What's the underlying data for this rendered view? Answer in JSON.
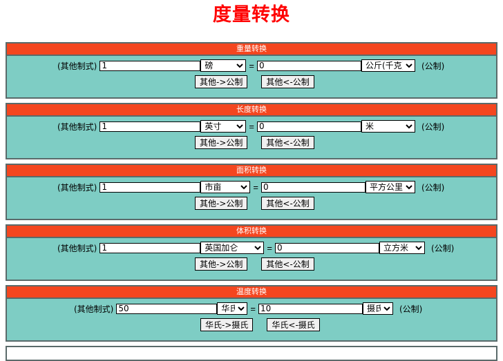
{
  "page": {
    "title": "度量转换"
  },
  "common": {
    "other_label": "(其他制式)",
    "metric_label": "(公制)",
    "equals": "=",
    "to_metric_button": "其他->公制",
    "from_metric_button": "其他<-公制"
  },
  "sections": [
    {
      "header": "重量转换",
      "input_value": "1",
      "input_unit": "磅",
      "result_value": "0",
      "result_unit": "公斤(千克)",
      "left_label": "(其他制式)",
      "right_label": "(公制)",
      "button_to": "其他->公制",
      "button_from": "其他<-公制"
    },
    {
      "header": "长度转换",
      "input_value": "1",
      "input_unit": "英寸",
      "result_value": "0",
      "result_unit": "米",
      "left_label": "(其他制式)",
      "right_label": "(公制)",
      "button_to": "其他->公制",
      "button_from": "其他<-公制"
    },
    {
      "header": "面积转换",
      "input_value": "1",
      "input_unit": "市亩",
      "result_value": "0",
      "result_unit": "平方公里",
      "left_label": "(其他制式)",
      "right_label": "(公制)",
      "button_to": "其他->公制",
      "button_from": "其他<-公制"
    },
    {
      "header": "体积转换",
      "input_value": "1",
      "input_unit": "英国加仑",
      "result_value": "0",
      "result_unit": "立方米",
      "left_label": "(其他制式)",
      "right_label": "(公制)",
      "button_to": "其他->公制",
      "button_from": "其他<-公制"
    },
    {
      "header": "温度转换",
      "input_value": "50",
      "input_unit": "华氏",
      "result_value": "10",
      "result_unit": "摄氏",
      "left_label": "(其他制式)",
      "right_label": "(公制)",
      "button_to": "华氏->摄氏",
      "button_from": "华氏<-摄氏"
    }
  ],
  "colors": {
    "header_bg": "#f4461f",
    "body_bg": "#7ecdc4",
    "title_color": "#ff0000",
    "border": "#5a6a6a"
  }
}
